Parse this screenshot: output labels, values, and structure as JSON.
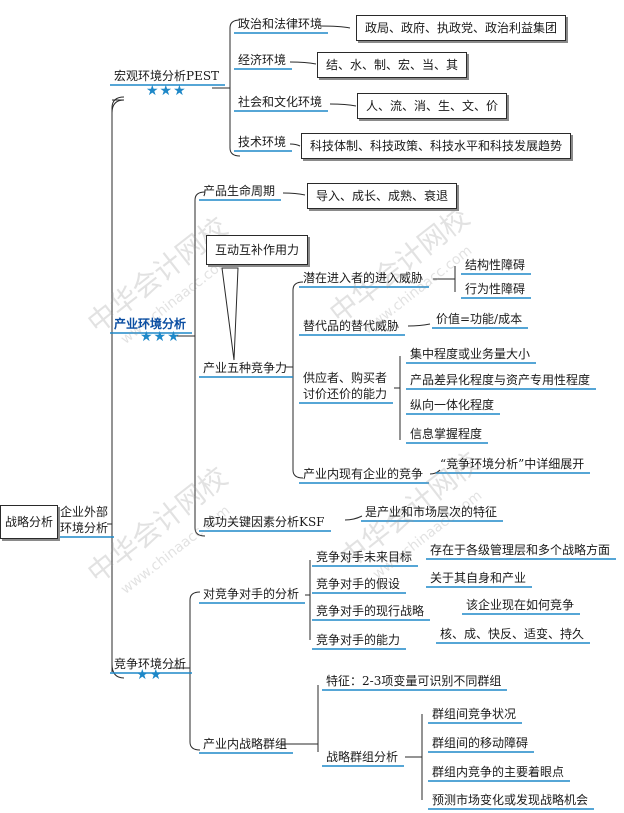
{
  "root": {
    "label": "战略分析"
  },
  "main": {
    "label_line1": "企业外部",
    "label_line2": "环境分析"
  },
  "macro": {
    "label": "宏观环境分析PEST",
    "stars": "★★★",
    "items": [
      {
        "label": "政治和法律环境",
        "detail": "政局、政府、执政党、政治利益集团"
      },
      {
        "label": "经济环境",
        "detail": "结、水、制、宏、当、其"
      },
      {
        "label": "社会和文化环境",
        "detail": "人、流、消、生、文、价"
      },
      {
        "label": "技术环境",
        "detail": "科技体制、科技政策、科技水平和科技发展趋势"
      }
    ]
  },
  "industry": {
    "label": "产业环境分析",
    "stars": "★★★",
    "lifecycle": {
      "label": "产品生命周期",
      "detail": "导入、成长、成熟、衰退"
    },
    "five_forces": {
      "label": "产业五种竞争力",
      "callout": "互动互补作用力",
      "entrants": {
        "label": "潜在进入者的进入威胁",
        "items": [
          "结构性障碍",
          "行为性障碍"
        ]
      },
      "substitutes": {
        "label": "替代品的替代威胁",
        "detail": "价值=功能/成本"
      },
      "bargaining": {
        "label_line1": "供应者、购买者",
        "label_line2": "讨价还价的能力",
        "items": [
          "集中程度或业务量大小",
          "产品差异化程度与资产专用性程度",
          "纵向一体化程度",
          "信息掌握程度"
        ]
      },
      "rivalry": {
        "label": "产业内现有企业的竞争",
        "detail": "“竞争环境分析”中详细展开"
      }
    },
    "ksf": {
      "label": "成功关键因素分析KSF",
      "detail": "是产业和市场层次的特征"
    }
  },
  "competitive": {
    "label": "竞争环境分析",
    "stars": "★★",
    "rivals": {
      "label": "对竞争对手的分析",
      "items": [
        {
          "label": "竞争对手未来目标",
          "detail": "存在于各级管理层和多个战略方面"
        },
        {
          "label": "竞争对手的假设",
          "detail": "关于其自身和产业"
        },
        {
          "label": "竞争对手的现行战略",
          "detail": "该企业现在如何竞争"
        },
        {
          "label": "竞争对手的能力",
          "detail": "核、成、快反、适变、持久"
        }
      ]
    },
    "groups": {
      "label": "产业内战略群组",
      "feature": "特征：2-3项变量可识别不同群组",
      "analysis": {
        "label": "战略群组分析",
        "items": [
          "群组间竞争状况",
          "群组间的移动障碍",
          "群组内竞争的主要着眼点",
          "预测市场变化或发现战略机会"
        ]
      }
    }
  },
  "watermark": {
    "cn": "中华会计网校",
    "en": "www.chinaacc.com"
  },
  "colors": {
    "line": "#2a2a2a",
    "underline": "#1e88c8",
    "stars": "#1e88c8",
    "accent": "#0b4ea2"
  }
}
